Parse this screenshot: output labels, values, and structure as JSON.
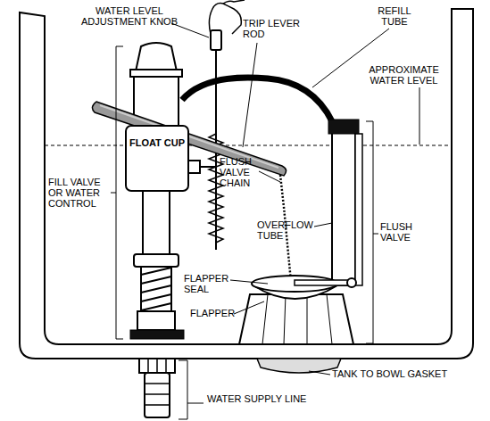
{
  "diagram": {
    "nodes": [
      {
        "text": [
          "FLOAT CUP"
        ]
      }
    ],
    "labels": [
      "WATER LEVEL ADJUSTMENT KNOB",
      "TRIP LEVER ROD",
      "REFILL TUBE",
      "APPROXIMATE WATER LEVEL",
      "FILL VALVE OR WATER CONTROL",
      "FLUSH VALVE CHAIN",
      "OVERFLOW TUBE",
      "FLUSH VALVE",
      "FLAPPER SEAL",
      "FLAPPER",
      "TANK TO BOWL GASKET",
      "WATER SUPPLY LINE"
    ]
  }
}
